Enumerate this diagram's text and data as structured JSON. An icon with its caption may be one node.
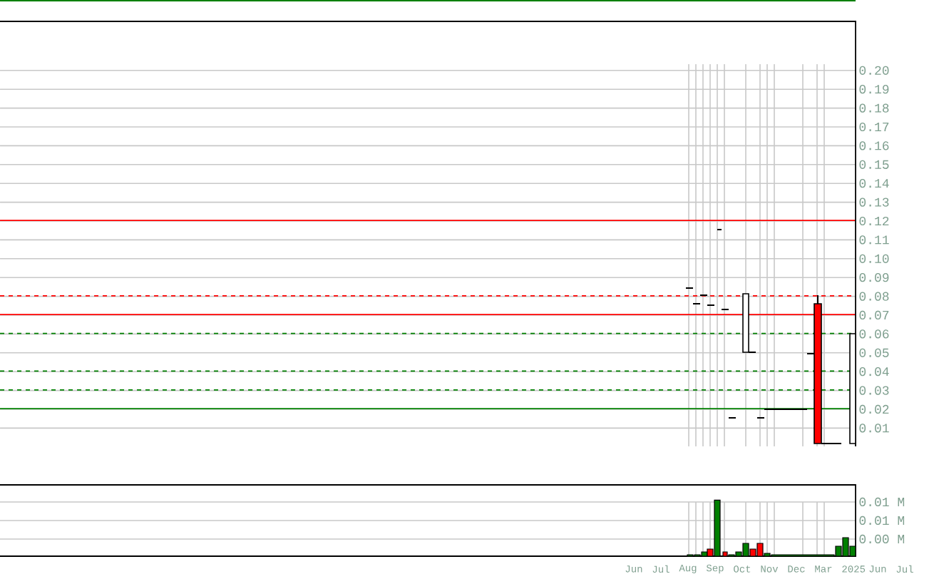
{
  "diagram": {
    "labels": [
      "0.20",
      "0.19",
      "0.18",
      "0.17",
      "0.16",
      "0.15",
      "0.14",
      "0.13",
      "0.12",
      "0.11",
      "0.10",
      "0.09",
      "0.08",
      "0.07",
      "0.06",
      "0.05",
      "0.04",
      "0.03",
      "0.02",
      "0.01",
      "0.01 M",
      "0.01 M",
      "0.00 M",
      "Jun",
      "Jul",
      "Aug",
      "Sep",
      "Oct",
      "Nov",
      "Dec",
      "Mar",
      "2025",
      "Jun",
      "Jul"
    ]
  }
}
